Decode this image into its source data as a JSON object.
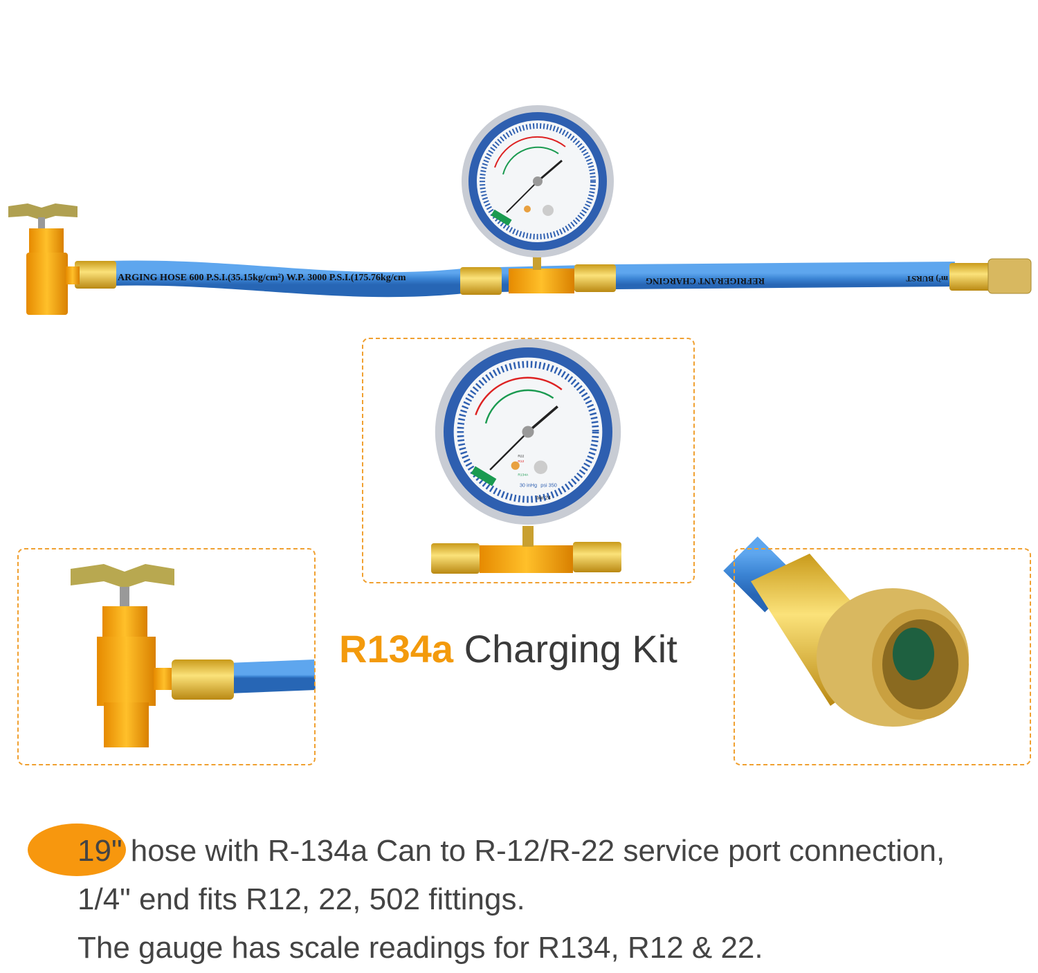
{
  "title": {
    "highlight": "R134a",
    "rest": "Charging Kit"
  },
  "description": {
    "badge": "19\"",
    "line1_rest": "hose with R-134a Can to R-12/R-22 service port connection,",
    "line2": "1/4\" end fits R12, 22, 502 fittings.",
    "line3": "The gauge has scale readings for R134, R12 & 22."
  },
  "hose_print": {
    "left": "ARGING HOSE 600 P.S.I.(35.15kg/cm²) W.P. 3000 P.S.I.(175.76kg/cm",
    "right": "REFRIGERANT CHARGING",
    "end": "m²) BURST"
  },
  "gauge_labels": {
    "unit_psi": "psi 350",
    "unit_inhg": "30 inHg",
    "unit_bar": "bar 24",
    "refrigerants": [
      "R22",
      "R12",
      "R134A"
    ]
  },
  "colors": {
    "accent": "#f7970e",
    "hose": "#3d86d6",
    "brass": "#e8c040",
    "text": "#444444"
  }
}
